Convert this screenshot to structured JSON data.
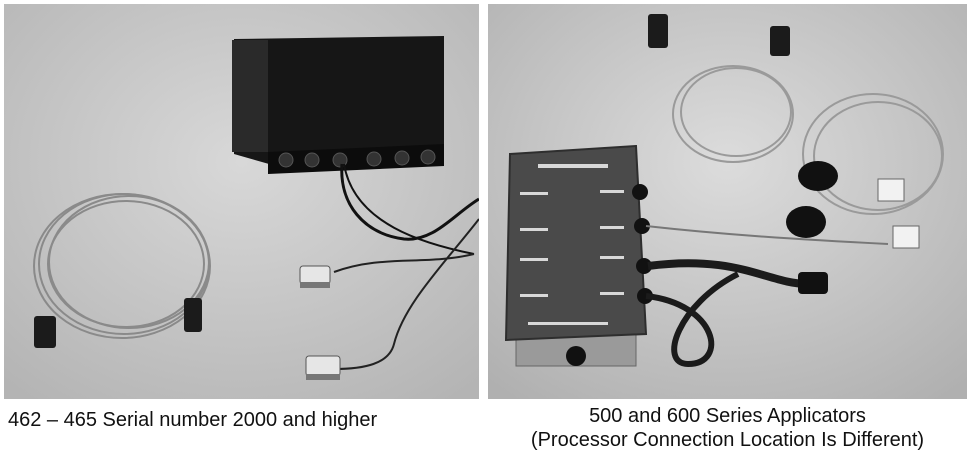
{
  "captions": {
    "left": "462 – 465 Serial number 2000 and higher",
    "right_line1": "500 and 600 Series Applicators",
    "right_line2": "(Processor Connection Location Is Different)"
  },
  "photos": {
    "left": {
      "icon": "processor-box-with-cables-photo"
    },
    "right": {
      "icon": "processor-enclosure-with-cables-photo"
    }
  },
  "colors": {
    "background": "#ffffff",
    "photo_backdrop": "#c9c9c9",
    "enclosure": "#4a4a4a"
  }
}
